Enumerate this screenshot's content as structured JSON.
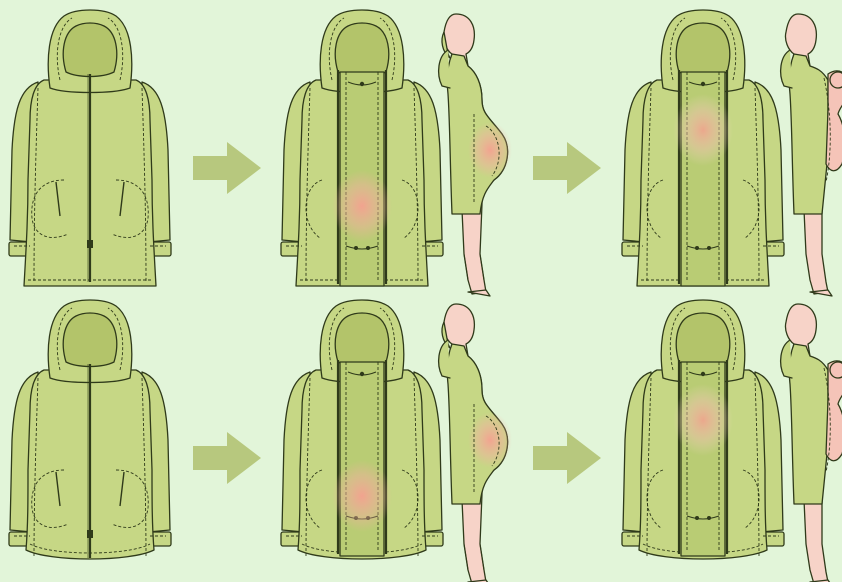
{
  "palette": {
    "background": "#e2f5d9",
    "jacket_fill": "#c6d785",
    "jacket_panel": "#b9cc74",
    "hood_inner": "#b3c46a",
    "outline": "#2f3a1a",
    "arrow": "#b7c87e",
    "skin": "#f7d3c8",
    "belly_glow": "#f4a190",
    "baby_fill": "#f5c4b8"
  },
  "rows": [
    {
      "variant": "long-parka",
      "stages": [
        {
          "step": "jacket",
          "has_insert": false
        },
        {
          "step": "pregnancy-insert",
          "has_insert": true,
          "wearer": "pregnant-figure"
        },
        {
          "step": "babywearing-insert",
          "has_insert": true,
          "wearer": "babywearing-figure"
        }
      ]
    },
    {
      "variant": "short-jacket",
      "stages": [
        {
          "step": "jacket",
          "has_insert": false
        },
        {
          "step": "pregnancy-insert",
          "has_insert": true,
          "wearer": "pregnant-figure"
        },
        {
          "step": "babywearing-insert",
          "has_insert": true,
          "wearer": "babywearing-figure"
        }
      ]
    }
  ],
  "arrows": [
    {
      "from": "jacket",
      "to": "pregnancy-insert",
      "icon": "right-arrow-icon"
    },
    {
      "from": "pregnancy-insert",
      "to": "babywearing-insert",
      "icon": "right-arrow-icon"
    }
  ]
}
